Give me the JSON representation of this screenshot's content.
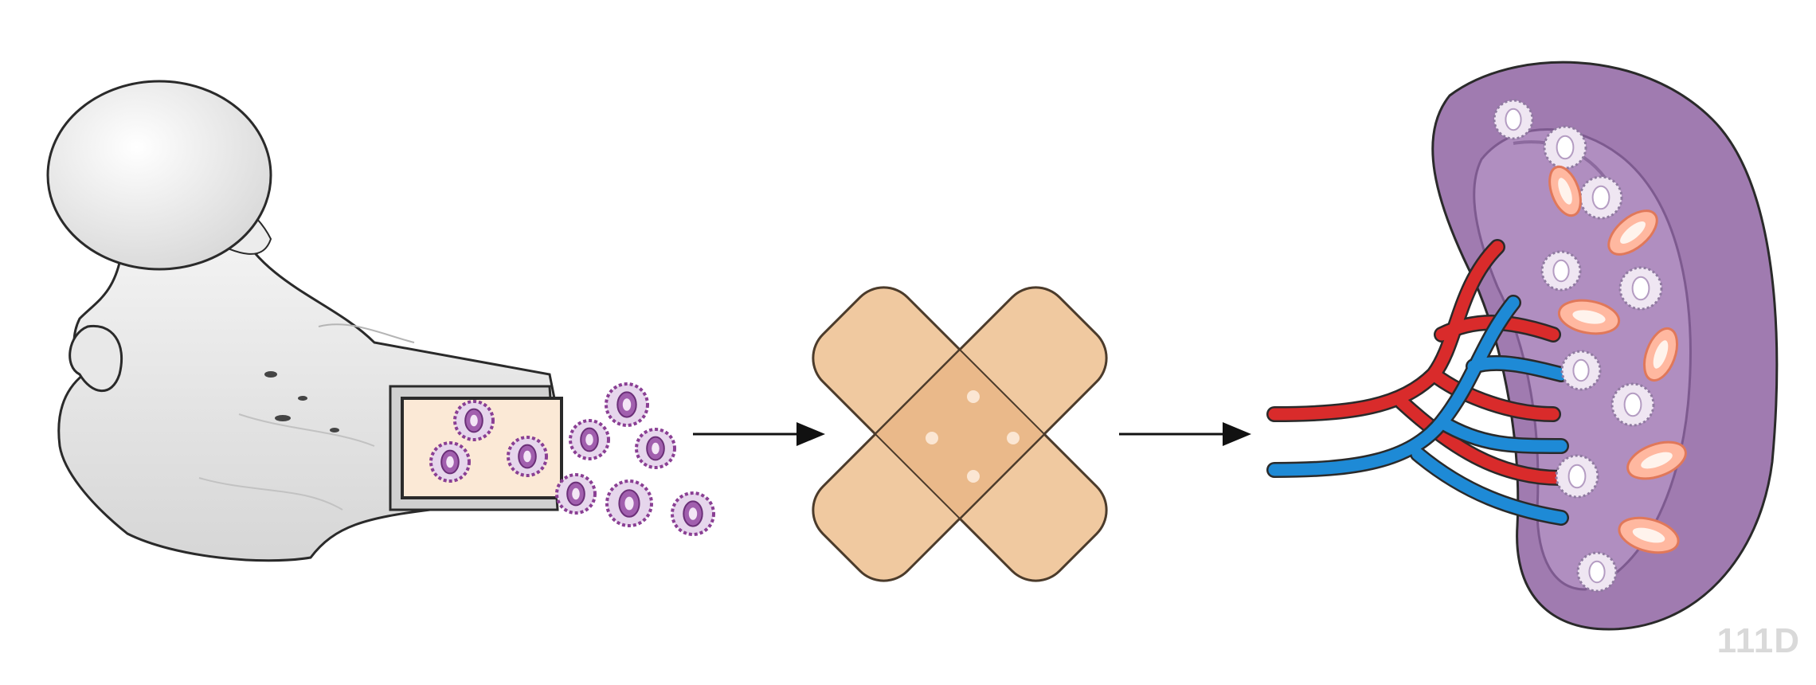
{
  "diagram": {
    "stages": [
      {
        "name": "bone-marrow",
        "label": ""
      },
      {
        "name": "bandage",
        "label": ""
      },
      {
        "name": "spleen",
        "label": ""
      }
    ],
    "colors": {
      "bone": "#efefef",
      "bone_outline": "#2a2a2a",
      "marrow": "#fbe9d6",
      "cell_outer": "#e6d6ec",
      "cell_border": "#8a3f94",
      "cell_nucleus": "#a15fae",
      "bandage": "#f0c9a0",
      "bandage_edge": "#4b3b2b",
      "spleen": "#a07bb0",
      "spleen_dark": "#7d5a8f",
      "spleen_inner": "#b08ec0",
      "artery": "#d92b2b",
      "vein": "#1e8ad6",
      "red_cell": "#ffb8a0"
    },
    "arrows": [
      {
        "name": "arrow-marrow-to-bandage"
      },
      {
        "name": "arrow-bandage-to-spleen"
      }
    ]
  },
  "watermark": "111D"
}
